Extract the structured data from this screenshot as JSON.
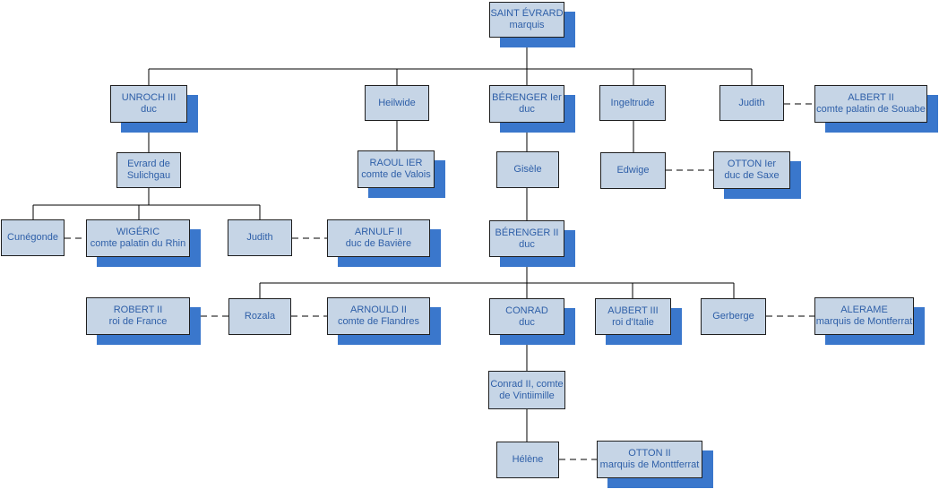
{
  "colors": {
    "box_fill": "#c6d5e6",
    "box_border": "#1f1f1f",
    "shadow": "#3a77cc",
    "text": "#2e5fa8",
    "line": "#000000"
  },
  "nodes": {
    "saint_evrard": {
      "line1": "SAINT ÉVRARD",
      "line2": "marquis"
    },
    "unroch": {
      "line1": "UNROCH III",
      "line2": "duc"
    },
    "heilwide": {
      "line1": "Heilwide",
      "line2": ""
    },
    "berenger1": {
      "line1": "BÉRENGER Ier",
      "line2": "duc"
    },
    "ingeltrude": {
      "line1": "Ingeltrude",
      "line2": ""
    },
    "judith1": {
      "line1": "Judith",
      "line2": ""
    },
    "albert2": {
      "line1": "ALBERT II",
      "line2": "comte palatin de Souabe"
    },
    "evrard_sulichgau": {
      "line1": "Evrard de",
      "line2": "Sulichgau"
    },
    "raoul1": {
      "line1": "RAOUL IER",
      "line2": "comte de Valois"
    },
    "gisele": {
      "line1": "Gisèle",
      "line2": ""
    },
    "edwige": {
      "line1": "Edwige",
      "line2": ""
    },
    "otton1": {
      "line1": "OTTON Ier",
      "line2": "duc de Saxe"
    },
    "cunegonde": {
      "line1": "Cunégonde",
      "line2": ""
    },
    "wigeric": {
      "line1": "WIGÉRIC",
      "line2": "comte palatin du Rhin"
    },
    "judith2": {
      "line1": "Judith",
      "line2": ""
    },
    "arnulf2": {
      "line1": "ARNULF II",
      "line2": "duc de Bavière"
    },
    "berenger2": {
      "line1": "BÉRENGER II",
      "line2": "duc"
    },
    "robert2": {
      "line1": "ROBERT II",
      "line2": "roi de France"
    },
    "rozala": {
      "line1": "Rozala",
      "line2": ""
    },
    "arnould2": {
      "line1": "ARNOULD II",
      "line2": "comte de Flandres"
    },
    "conrad": {
      "line1": "CONRAD",
      "line2": "duc"
    },
    "aubert3": {
      "line1": "AUBERT III",
      "line2": "roi d'Italie"
    },
    "gerberge": {
      "line1": "Gerberge",
      "line2": ""
    },
    "alerame": {
      "line1": "ALERAME",
      "line2": "marquis de Montferrat"
    },
    "conrad2": {
      "line1": "Conrad II, comte",
      "line2": "de Vintiimille"
    },
    "helene": {
      "line1": "Hélène",
      "line2": ""
    },
    "otton2": {
      "line1": "OTTON II",
      "line2": "marquis de Monttferrat"
    }
  }
}
